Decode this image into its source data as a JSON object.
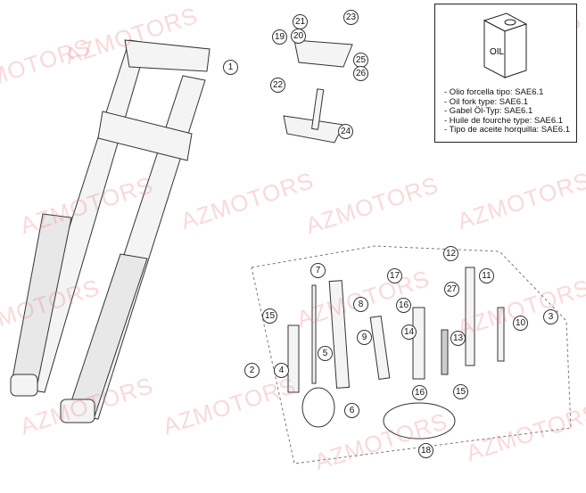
{
  "watermark": "AZMOTORS",
  "oil_info": {
    "can_label": "OIL",
    "lines": [
      "- Olio forcella tipo: SAE6.1",
      "- Oil fork type: SAE6.1",
      "- Gabel Öl-Typ: SAE6.1",
      "- Huile de fourche type: SAE6.1",
      "- Tipo de aceite horquilla: SAE6.1"
    ]
  },
  "callouts": [
    "1",
    "21",
    "20",
    "19",
    "23",
    "25",
    "26",
    "22",
    "24",
    "7",
    "12",
    "17",
    "11",
    "27",
    "8",
    "16",
    "15",
    "9",
    "14",
    "13",
    "10",
    "3",
    "5",
    "2",
    "4",
    "6",
    "16",
    "15",
    "18"
  ],
  "colors": {
    "watermark": "#eb7878",
    "line": "#333333"
  }
}
